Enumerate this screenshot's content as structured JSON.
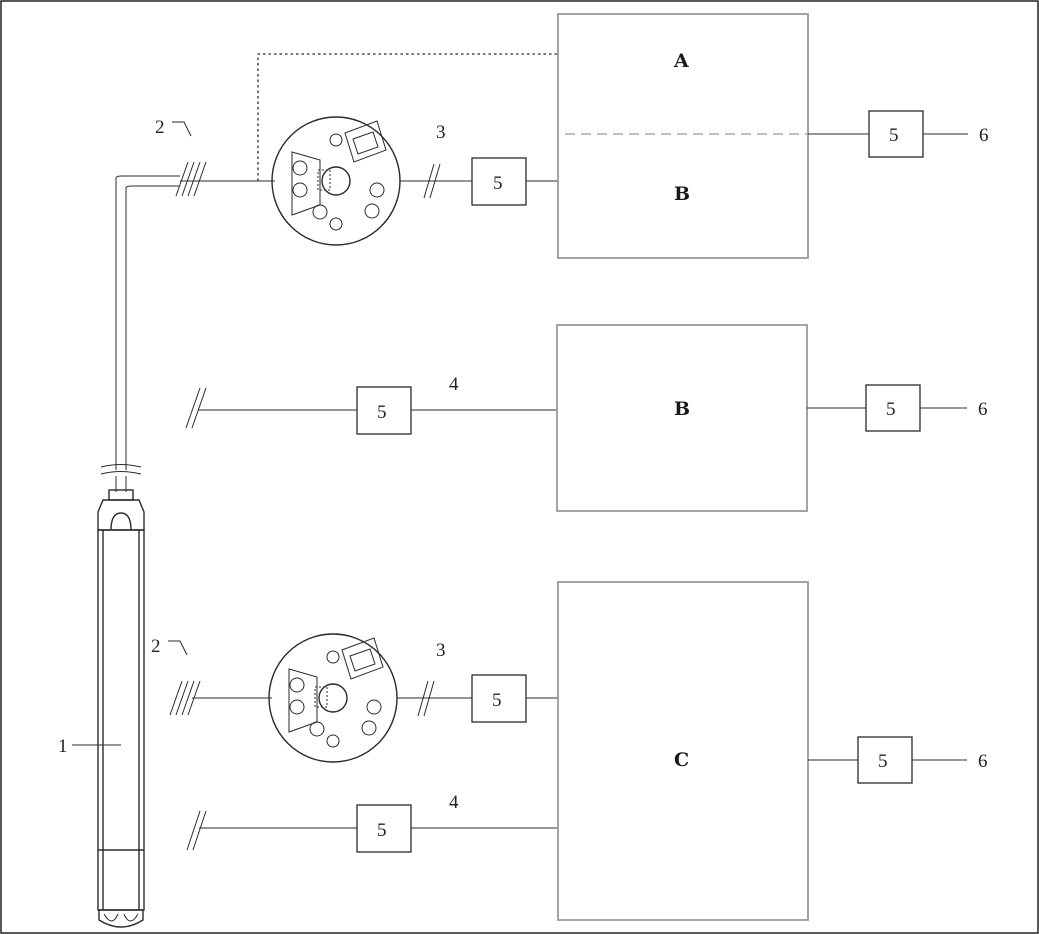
{
  "diagram": {
    "legend_numbers": {
      "probe": "1",
      "cable": "2",
      "transmitter_signal": "3",
      "probe_signal": "4",
      "overvoltage_box": "5",
      "output": "6"
    },
    "blocks": {
      "top_upper": "A",
      "top_lower": "B",
      "middle": "B",
      "bottom": "C"
    },
    "colors": {
      "line": "#2b2b2b",
      "frame": "#9a9a9a",
      "background": "#ffffff"
    }
  }
}
